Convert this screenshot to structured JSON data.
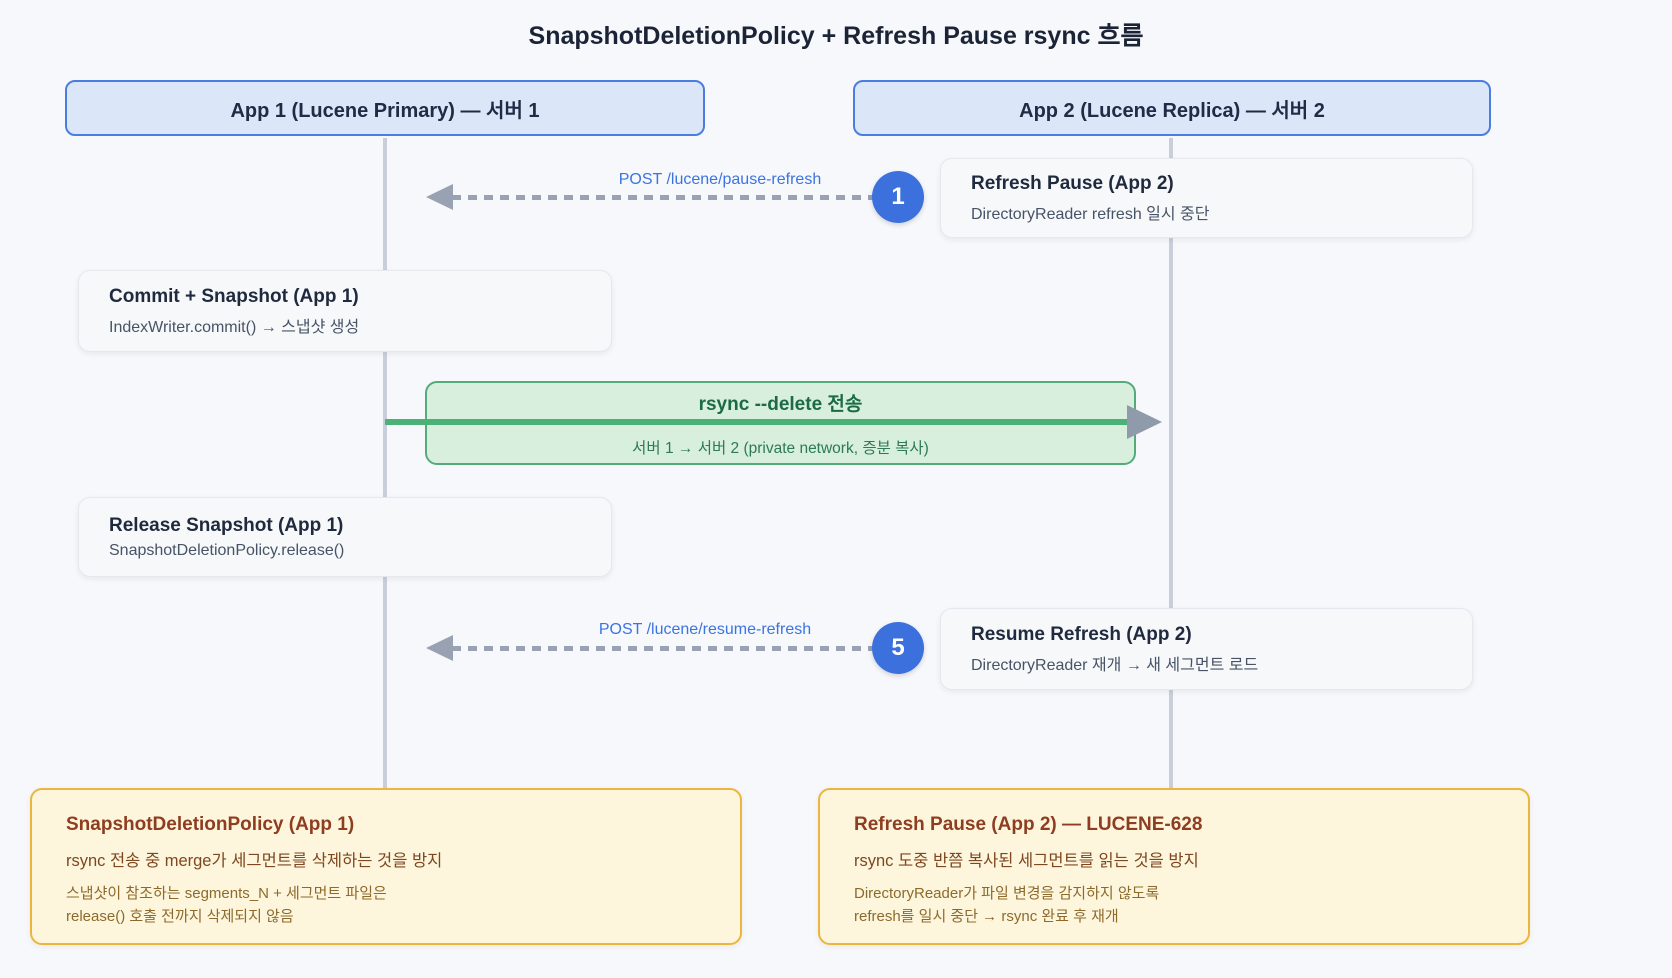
{
  "title": "SnapshotDeletionPolicy + Refresh Pause rsync 흐름",
  "actors": [
    {
      "label": "App 1 (Lucene Primary) — 서버 1"
    },
    {
      "label": "App 2 (Lucene Replica) — 서버 2"
    }
  ],
  "messages": [
    {
      "step": "1",
      "label": "POST /lucene/pause-refresh",
      "direction": "right-to-left"
    },
    {
      "step": "5",
      "label": "POST /lucene/resume-refresh",
      "direction": "right-to-left"
    }
  ],
  "cards": [
    {
      "title": "Refresh Pause (App 2)",
      "subtitle": "DirectoryReader refresh 일시 중단"
    },
    {
      "title": "Commit + Snapshot (App 1)",
      "subtitle": "IndexWriter.commit() → 스냅샷 생성"
    },
    {
      "title": "Release Snapshot (App 1)",
      "subtitle": "SnapshotDeletionPolicy.release()"
    },
    {
      "title": "Resume Refresh (App 2)",
      "subtitle": "DirectoryReader 재개 → 새 세그먼트 로드"
    }
  ],
  "transfer": {
    "title": "rsync --delete 전송",
    "subtitle": "서버 1 → 서버 2 (private network, 증분 복사)"
  },
  "notes": [
    {
      "title": "SnapshotDeletionPolicy (App 1)",
      "summary": "rsync 전송 중 merge가 세그먼트를 삭제하는 것을 방지",
      "detail_line1": "스냅샷이 참조하는 segments_N + 세그먼트 파일은",
      "detail_line2": "release() 호출 전까지 삭제되지 않음"
    },
    {
      "title": "Refresh Pause (App 2) — LUCENE-628",
      "summary": "rsync 도중 반쯤 복사된 세그먼트를 읽는 것을 방지",
      "detail_line1": "DirectoryReader가 파일 변경을 감지하지 않도록",
      "detail_line2": "refresh를 일시 중단 → rsync 완료 후 재개"
    }
  ],
  "colors": {
    "background": "#f7f8fb",
    "header_fill": "#dbe7f9",
    "header_border": "#4b7de0",
    "accent_blue": "#3b70dd",
    "message_label_blue": "#3b74e0",
    "lifeline_gray": "#c8cfda",
    "dash_gray": "#98a2b3",
    "green_fill": "#d7efdc",
    "green_border": "#55aa7b",
    "green_arrow": "#4cb177",
    "note_fill": "#fdf6dc",
    "note_border": "#eab63e",
    "note_title_brown": "#8f3d20"
  }
}
